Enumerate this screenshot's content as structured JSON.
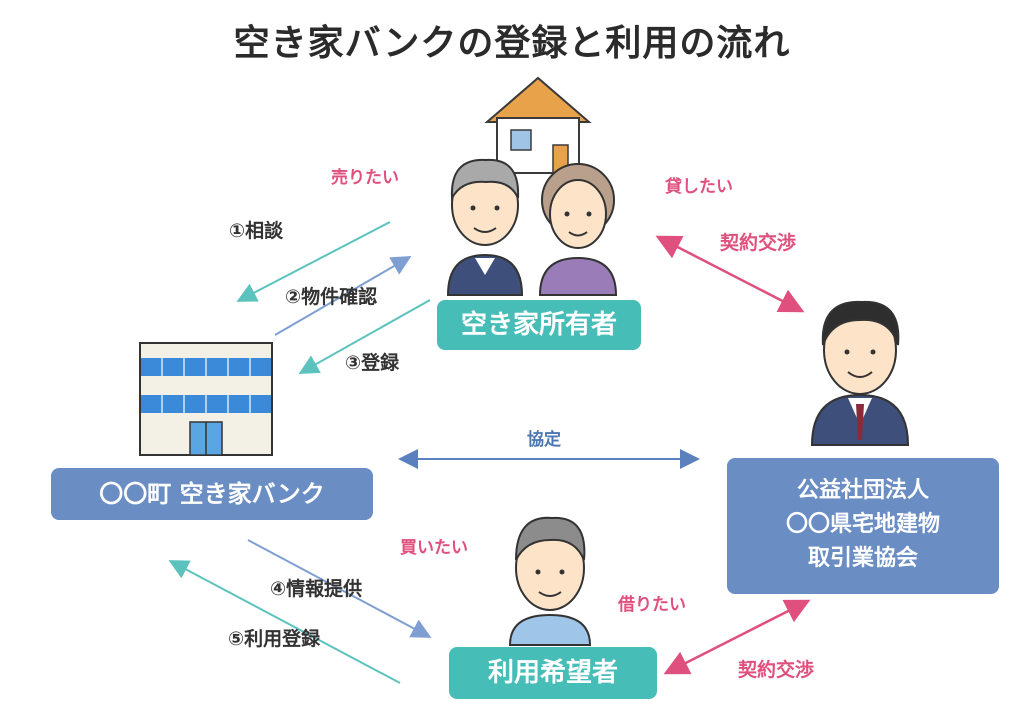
{
  "title": "空き家バンクの登録と利用の流れ",
  "nodes": {
    "owner": "空き家所有者",
    "bank": "〇〇町 空き家バンク",
    "association": [
      "公益社団法人",
      "〇〇県宅地建物",
      "取引業協会"
    ],
    "user": "利用希望者"
  },
  "labels": {
    "want_sell": "売りたい",
    "want_lend": "貸したい",
    "want_buy": "買いたい",
    "want_borrow": "借りたい",
    "negotiation_top": "契約交渉",
    "negotiation_bottom": "契約交渉",
    "agreement": "協定"
  },
  "steps": [
    "①相談",
    "②物件確認",
    "③登録",
    "④情報提供",
    "⑤利用登録"
  ],
  "colors": {
    "teal": "#47bdb8",
    "blue": "#6a8dc4",
    "pink": "#e0507e",
    "arrow_blue": "#7f9fd2",
    "arrow_teal": "#5cc2bd"
  }
}
